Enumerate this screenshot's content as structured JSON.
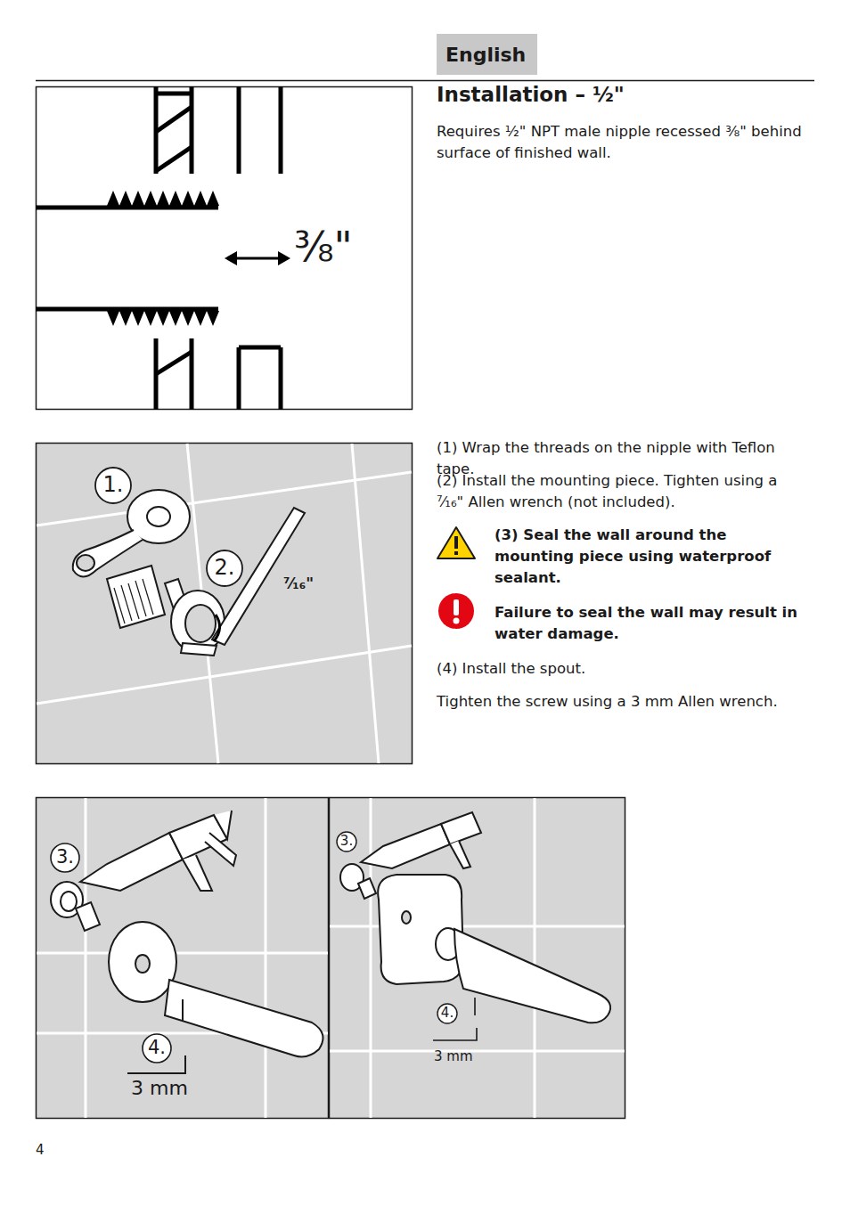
{
  "diagram": {
    "title": "Installation – ½\"",
    "nodes": [
      {
        "text": [
          "English"
        ]
      }
    ],
    "labels": [
      "⅜\"",
      "Requires ½\" NPT male nipple recessed ⅜\" behind surface of finished wall.",
      "1.",
      "2.",
      "⁷⁄₁₆\"",
      "(1) Wrap the threads on the nipple with Teflon tape.",
      "(2) Install the mounting piece.  Tighten using a ⁷⁄₁₆\" Allen wrench (not included).",
      "(3) Seal the wall around the mounting piece using waterproof sealant.",
      "Failure to seal the wall may result in water damage.",
      "(4) Install the spout.",
      "Tighten the screw using a 3 mm Allen wrench.",
      "3.",
      "4.",
      "3 mm",
      "3.",
      "4.",
      "3 mm",
      "4"
    ]
  }
}
